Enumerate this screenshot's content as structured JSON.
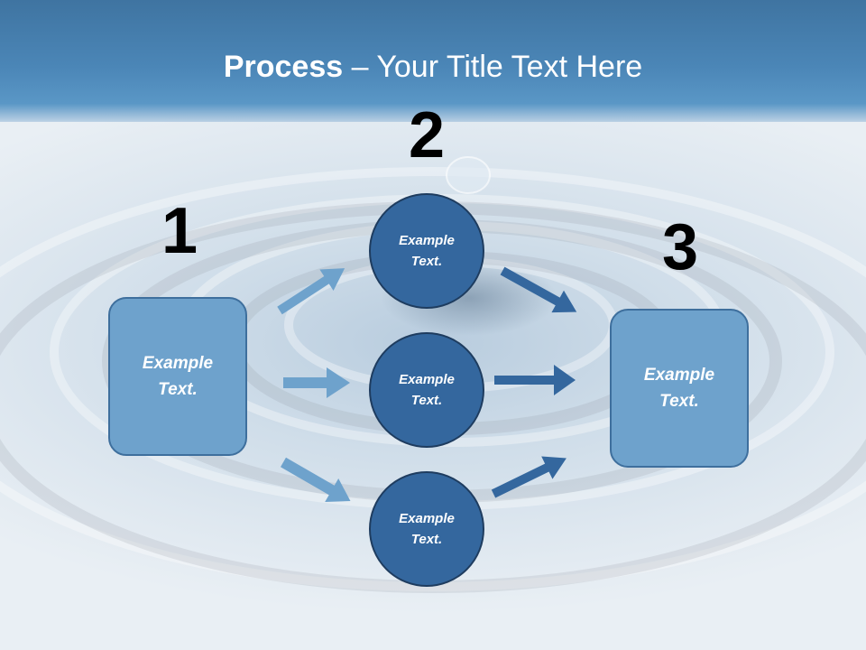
{
  "title": {
    "bold": "Process",
    "rest": " – Your Title Text Here"
  },
  "steps": {
    "one": "1",
    "two": "2",
    "three": "3"
  },
  "boxes": {
    "left": "Example Text.",
    "right": "Example Text."
  },
  "circles": {
    "top": "Example Text.",
    "middle": "Example Text.",
    "bottom": "Example Text."
  },
  "colors": {
    "box_fill": "#6ea2cc",
    "circle_fill": "#34679e",
    "arrow_light": "#6ea2cc",
    "arrow_dark": "#34679e",
    "header": "#4b86b7"
  }
}
